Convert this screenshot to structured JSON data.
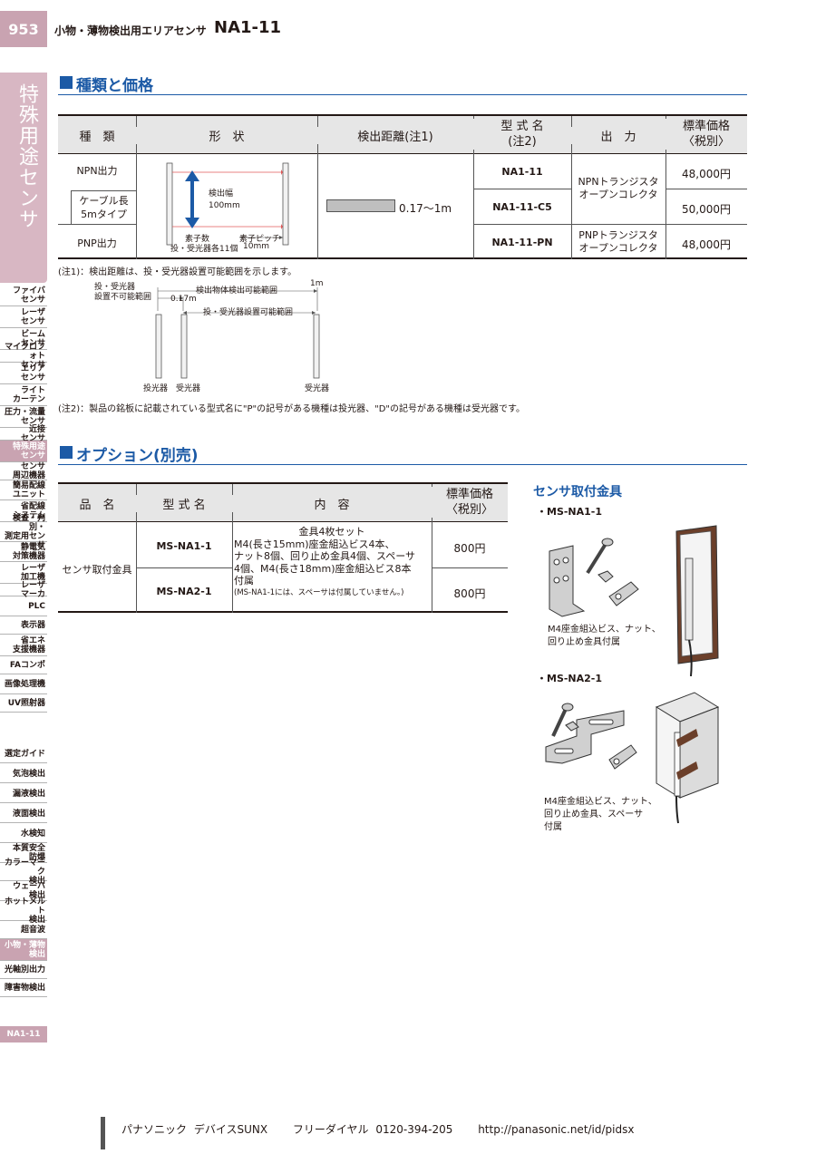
{
  "header": {
    "page_number": "953",
    "subtitle": "小物・薄物検出用エリアセンサ",
    "model": "NA1-11"
  },
  "sidebar": {
    "category": "特殊用途センサ",
    "items": [
      "ファイバ\nセンサ",
      "レーザ\nセンサ",
      "ビーム\nセンサ",
      "マイクロフォト\nセンサ",
      "エリア\nセンサ",
      "ライト\nカーテン",
      "圧力・流量\nセンサ",
      "近接\nセンサ",
      "特殊用途\nセンサ",
      "センサ\n周辺機器",
      "簡易配線\nユニット",
      "省配線\nシステム",
      "検査・判別・\n測定用センサ",
      "静電気\n対策機器",
      "レーザ\n加工機",
      "レーザ\nマーカ",
      "PLC",
      "表示器",
      "省エネ\n支援機器",
      "FAコンポ",
      "画像処理機",
      "UV照射器"
    ],
    "items2": [
      "選定ガイド",
      "気泡検出",
      "漏液検出",
      "液面検出",
      "水検知",
      "本質安全\n防爆",
      "カラーマーク\n検出",
      "ウェーハ\n検出",
      "ホットメルト\n検出",
      "超音波",
      "小物・薄物\n検出",
      "光軸別出力",
      "障害物検出"
    ],
    "bottom_label": "NA1-11"
  },
  "section1": {
    "title": "種類と価格",
    "headers": [
      "種　類",
      "形　状",
      "検出距離(注1)",
      "型 式 名\n(注2)",
      "出　力",
      "標準価格\n〈税別〉"
    ],
    "rows": [
      {
        "type": "NPN出力",
        "model": "NA1-11",
        "output": "NPNトランジスタ\nオープンコレクタ",
        "price": "48,000円"
      },
      {
        "type": "ケーブル長\n5mタイプ",
        "model": "NA1-11-C5",
        "output": "",
        "price": "50,000円"
      },
      {
        "type": "PNP出力",
        "model": "NA1-11-PN",
        "output": "PNPトランジスタ\nオープンコレクタ",
        "price": "48,000円"
      }
    ],
    "distance": "0.17〜1m",
    "shape_labels": {
      "width_label": "検出幅",
      "width_value": "100mm",
      "elements_label": "素子数",
      "elements_value": "投・受光器各11個",
      "pitch_label": "素子ピッチ",
      "pitch_value": "10mm"
    },
    "note1": "(注1)：検出距離は、投・受光器設置可能範囲を示します。",
    "diagram": {
      "no_install": "投・受光器\n設置不可能範囲",
      "min_dist": "0.17m",
      "detect_range": "検出物体検出可能範囲",
      "max_dist": "1m",
      "install_range": "投・受光器設置可能範囲",
      "emitter": "投光器",
      "receiver": "受光器",
      "receiver2": "受光器"
    },
    "note2": "(注2)：製品の銘板に記載されている型式名に\"P\"の記号がある機種は投光器、\"D\"の記号がある機種は受光器です。"
  },
  "section2": {
    "title": "オプション(別売)",
    "headers": [
      "品　名",
      "型 式 名",
      "内　容",
      "標準価格\n〈税別〉"
    ],
    "product": "センサ取付金具",
    "models": [
      "MS-NA1-1",
      "MS-NA2-1"
    ],
    "content_lines": [
      "金具4枚セット",
      "M4(長さ15mm)座金組込ビス4本、",
      "ナット8個、回り止め金具4個、スペーサ",
      "4個、M4(長さ18mm)座金組込ビス8本",
      "付属",
      "(MS-NA1-1には、スペーサは付属していません。)"
    ],
    "prices": [
      "800円",
      "800円"
    ]
  },
  "bracket": {
    "title": "センサ取付金具",
    "item1": "・MS-NA1-1",
    "desc1": "M4座金組込ビス、ナット、\n回り止め金具付属",
    "item2": "・MS-NA2-1",
    "desc2": "M4座金組込ビス、ナット、\n回り止め金具、スペーサ\n付属"
  },
  "footer": {
    "company": "パナソニック デバイスSUNX",
    "dial": "フリーダイヤル 0120-394-205",
    "url": "http://panasonic.net/id/pidsx"
  },
  "colors": {
    "accent": "#1c5aa6",
    "sidebar": "#c9a3b1",
    "beam": "#e05a5a"
  }
}
